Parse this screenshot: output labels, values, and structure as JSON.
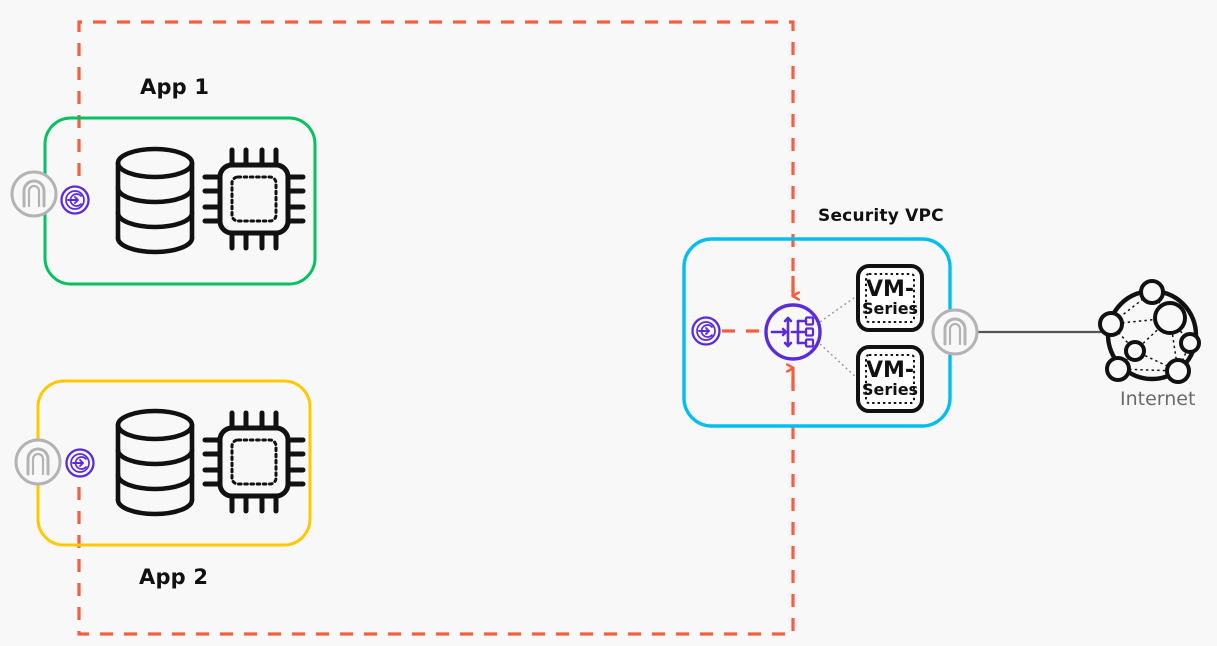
{
  "diagram": {
    "title": "Cloud security architecture with Security VPC",
    "background_color": "#f8f8f8"
  },
  "colors": {
    "app1_border": "#07c160",
    "app2_border": "#ffc800",
    "vpc_border": "#00bfef",
    "traffic_line": "#f4603e",
    "endpoint_purple": "#5b2bd9",
    "gateway_gray": "#b3b3b3",
    "icon_black": "#111111",
    "internet_label": "#6b6b6b"
  },
  "zones": {
    "app1": {
      "label": "App 1",
      "border_color": "#07c160",
      "components": [
        {
          "name": "database",
          "icon": "database-icon"
        },
        {
          "name": "compute",
          "icon": "cpu-chip-icon"
        }
      ]
    },
    "app2": {
      "label": "App 2",
      "border_color": "#ffc800",
      "components": [
        {
          "name": "database",
          "icon": "database-icon"
        },
        {
          "name": "compute",
          "icon": "cpu-chip-icon"
        }
      ]
    },
    "security_vpc": {
      "label": "Security VPC",
      "border_color": "#00bfef",
      "firewalls": [
        {
          "line1": "VM-",
          "line2": "Series"
        },
        {
          "line1": "VM-",
          "line2": "Series"
        }
      ],
      "load_balancer": {
        "icon": "load-balancer-icon"
      }
    }
  },
  "endpoints": [
    {
      "id": "app1-gateway",
      "icon": "gateway-icon",
      "color": "#b3b3b3"
    },
    {
      "id": "app1-endpoint",
      "icon": "private-endpoint-icon",
      "color": "#5b2bd9"
    },
    {
      "id": "app2-gateway",
      "icon": "gateway-icon",
      "color": "#b3b3b3"
    },
    {
      "id": "app2-endpoint",
      "icon": "private-endpoint-icon",
      "color": "#5b2bd9"
    },
    {
      "id": "vpc-endpoint",
      "icon": "private-endpoint-icon",
      "color": "#5b2bd9"
    },
    {
      "id": "vpc-gateway",
      "icon": "gateway-icon",
      "color": "#b3b3b3"
    }
  ],
  "internet": {
    "label": "Internet",
    "icon": "internet-globe-icon"
  },
  "traffic_path": {
    "style": "dashed",
    "color": "#f4603e",
    "description": "Traffic from App 1 and App 2 routed through the Security VPC load balancer"
  }
}
